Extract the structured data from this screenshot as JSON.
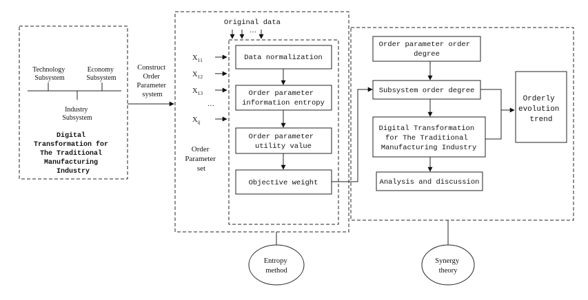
{
  "left_panel": {
    "technology": [
      "Technology",
      "Subsystem"
    ],
    "economy": [
      "Economy",
      "Subsystem"
    ],
    "industry": [
      "Industry",
      "Subsystem"
    ],
    "title": [
      "Digital",
      "Transformation for",
      "The Traditional",
      "Manufacturing",
      "Industry"
    ]
  },
  "construct_label": [
    "Construct",
    "Order",
    "Parameter",
    "system"
  ],
  "entropy_panel": {
    "original_data": "Original data",
    "top_dots": "…",
    "variables": [
      {
        "base": "X",
        "sub": "11"
      },
      {
        "base": "X",
        "sub": "12"
      },
      {
        "base": "X",
        "sub": "13"
      },
      {
        "base": "X",
        "sub": "ij"
      }
    ],
    "var_dots": "…",
    "order_set": [
      "Order",
      "Parameter",
      "set"
    ],
    "boxes": {
      "normalization": [
        "Data normalization"
      ],
      "information_entropy": [
        "Order parameter",
        "information entropy"
      ],
      "utility_value": [
        "Order parameter",
        "utility value"
      ],
      "objective_weight": [
        "Objective weight"
      ]
    }
  },
  "synergy_panel": {
    "order_degree": [
      "Order parameter order",
      "degree"
    ],
    "subsystem_degree": [
      "Subsystem order degree"
    ],
    "digital": [
      "Digital Transformation",
      "for The Traditional",
      "Manufacturing Industry"
    ],
    "analysis": [
      "Analysis and discussion"
    ],
    "trend": [
      "Orderly",
      "evolution",
      "trend"
    ]
  },
  "ellipses": {
    "entropy": [
      "Entropy",
      "method"
    ],
    "synergy": [
      "Synergy",
      "theory"
    ]
  }
}
